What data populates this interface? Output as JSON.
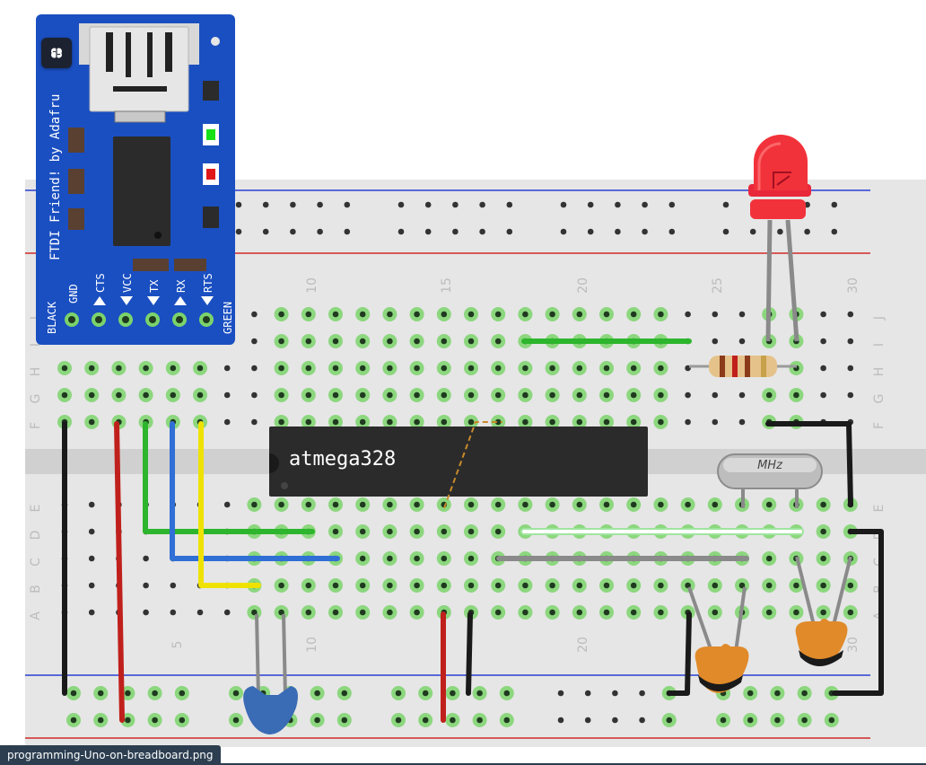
{
  "breadboard": {
    "column_numbers_top": [
      "10",
      "15",
      "20",
      "25",
      "30"
    ],
    "column_numbers_bottom": [
      "5",
      "10",
      "20",
      "30"
    ],
    "row_letters_top": [
      "J",
      "I",
      "H",
      "G",
      "F"
    ],
    "row_letters_bottom": [
      "E",
      "D",
      "C",
      "B",
      "A"
    ]
  },
  "ftdi": {
    "title": "FTDI Friend! by Adafruit",
    "title_visible": "FTDI Friend! by Adafru",
    "pins": [
      "GND",
      "CTS",
      "VCC",
      "TX",
      "RX",
      "RTS"
    ],
    "left_label": "BLACK",
    "right_label": "GREEN"
  },
  "chip": {
    "label": "atmega328"
  },
  "crystal": {
    "label": "MHz"
  },
  "viewer": {
    "button_icon": "brain-icon"
  },
  "file": {
    "name": "programming-Uno-on-breadboard.png"
  },
  "colors": {
    "board": "#e6e6e6",
    "hole_active": "#7bd36b",
    "wire_black": "#1a1a1a",
    "wire_red": "#c0201c",
    "wire_green": "#2db52d",
    "wire_blue": "#2f6fd6",
    "wire_yellow": "#f0e200",
    "wire_gray": "#8a8a8a",
    "ftdi_blue": "#1a4fc1",
    "led_red": "#f2323a"
  }
}
